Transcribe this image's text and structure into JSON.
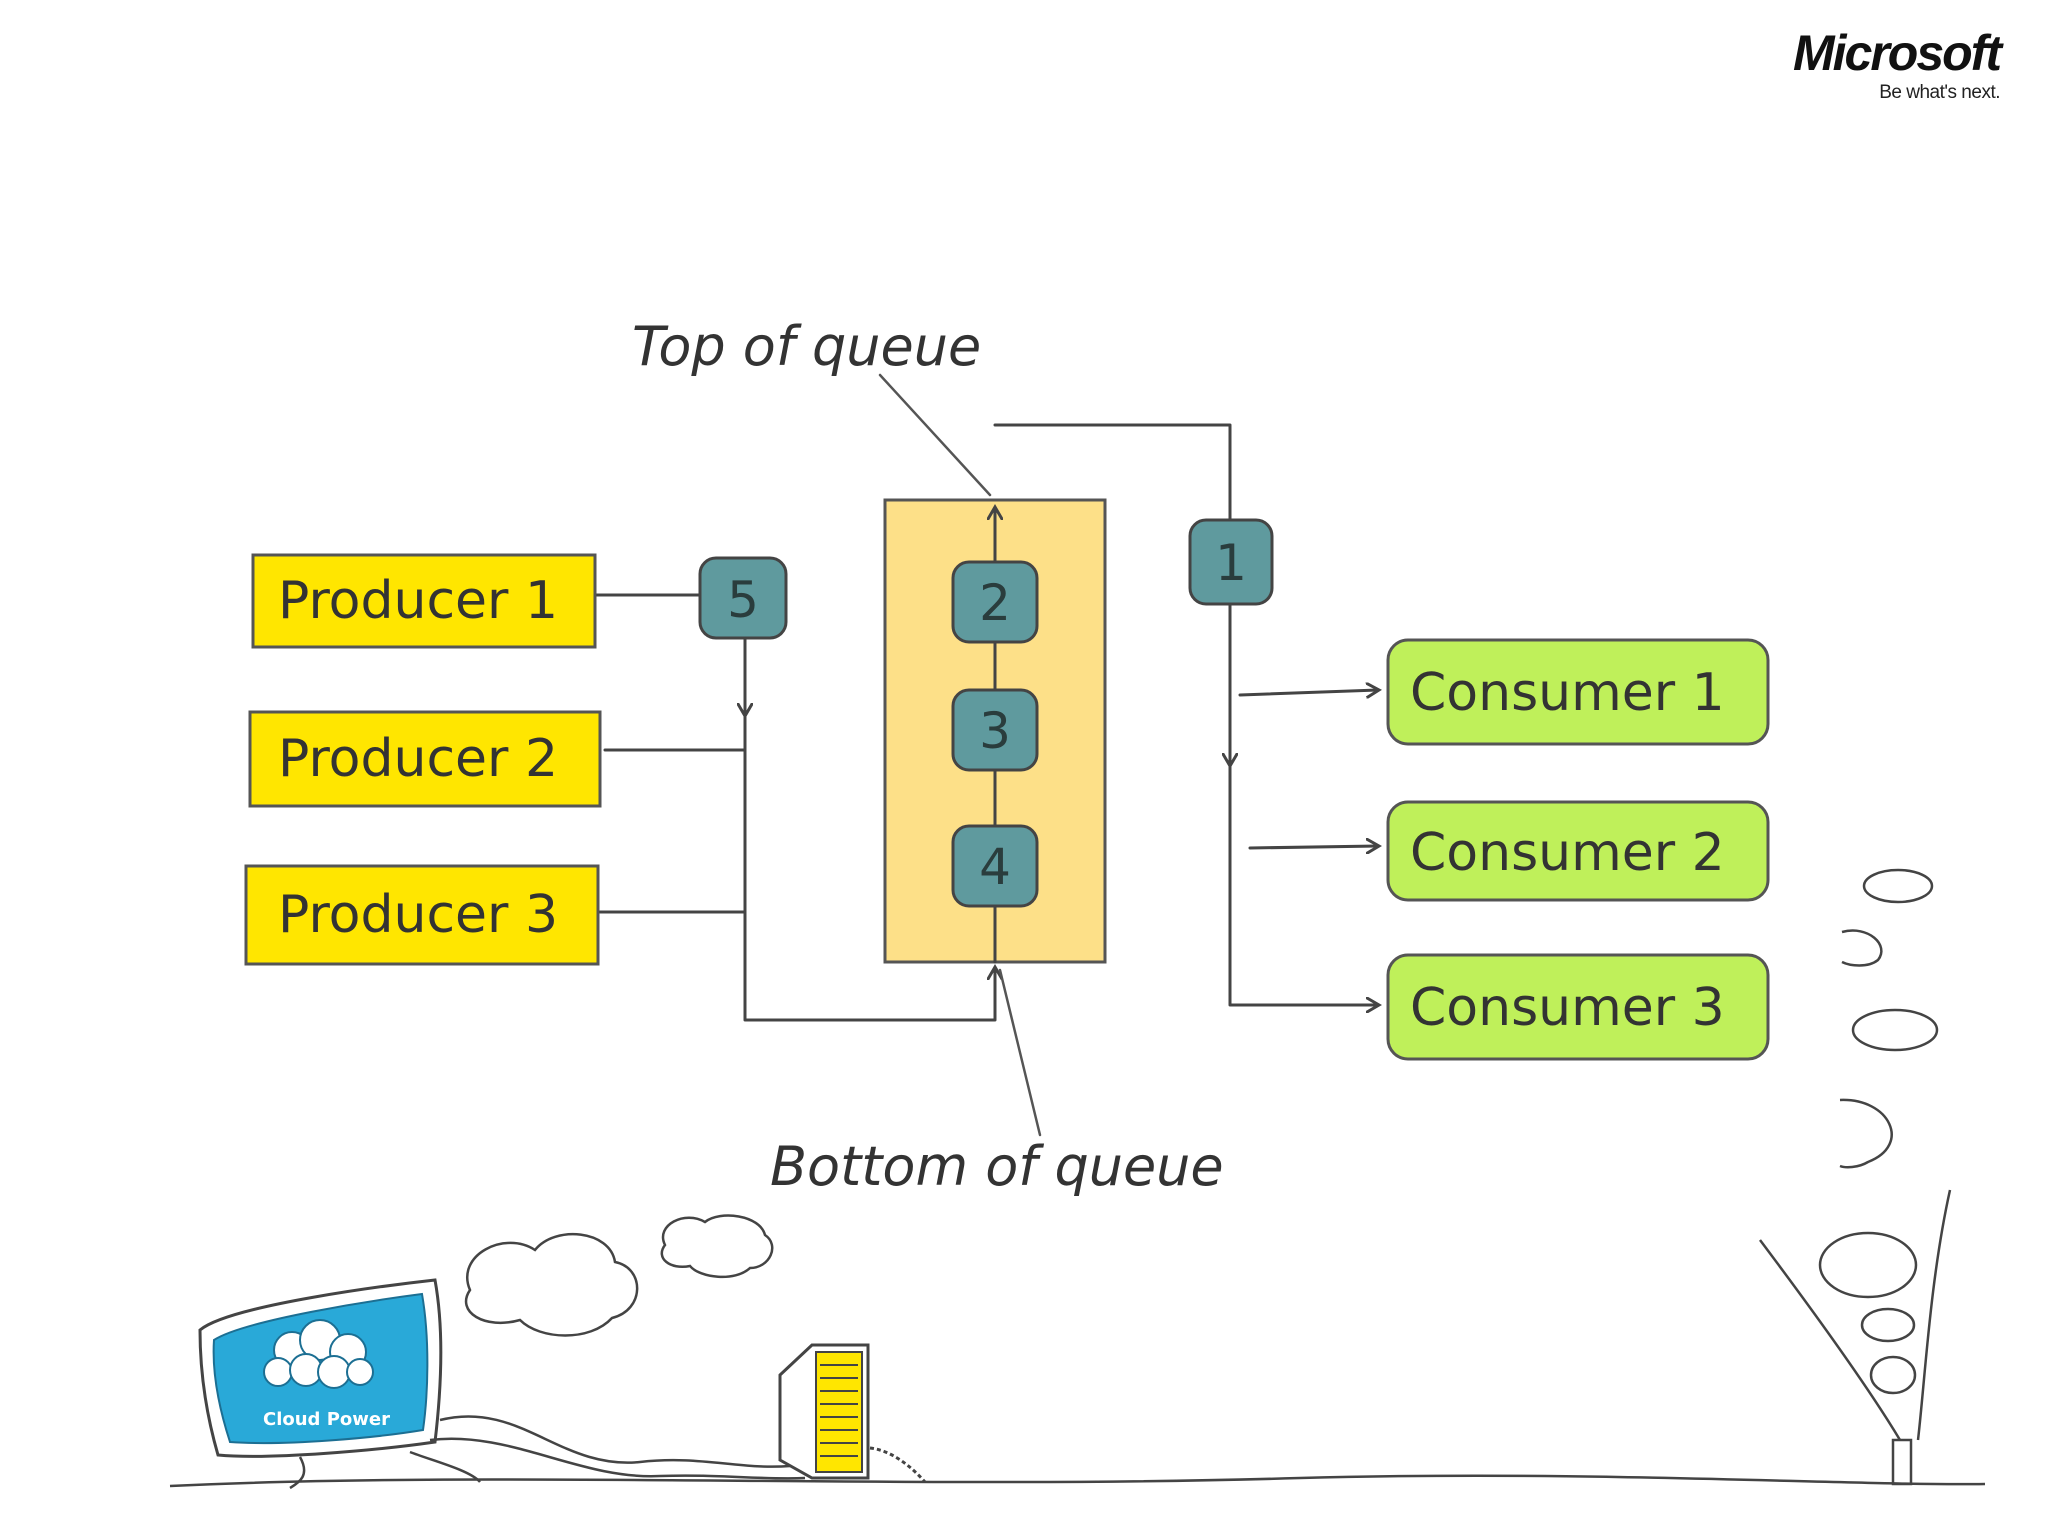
{
  "logo": {
    "wordmark": "Microsoft",
    "tagline": "Be what's next."
  },
  "diagram": {
    "producers": [
      "Producer 1",
      "Producer 2",
      "Producer 3"
    ],
    "consumers": [
      "Consumer 1",
      "Consumer 2",
      "Consumer 3"
    ],
    "queue_items": [
      "2",
      "3",
      "4"
    ],
    "incoming_message": "5",
    "outgoing_message": "1",
    "top_label": "Top of queue",
    "bottom_label": "Bottom of queue"
  },
  "illustration": {
    "monitor_label": "Cloud Power"
  },
  "colors": {
    "producer": "#ffe600",
    "consumer": "#bff05a",
    "queue": "#fde088",
    "badge": "#5f9a9e"
  }
}
